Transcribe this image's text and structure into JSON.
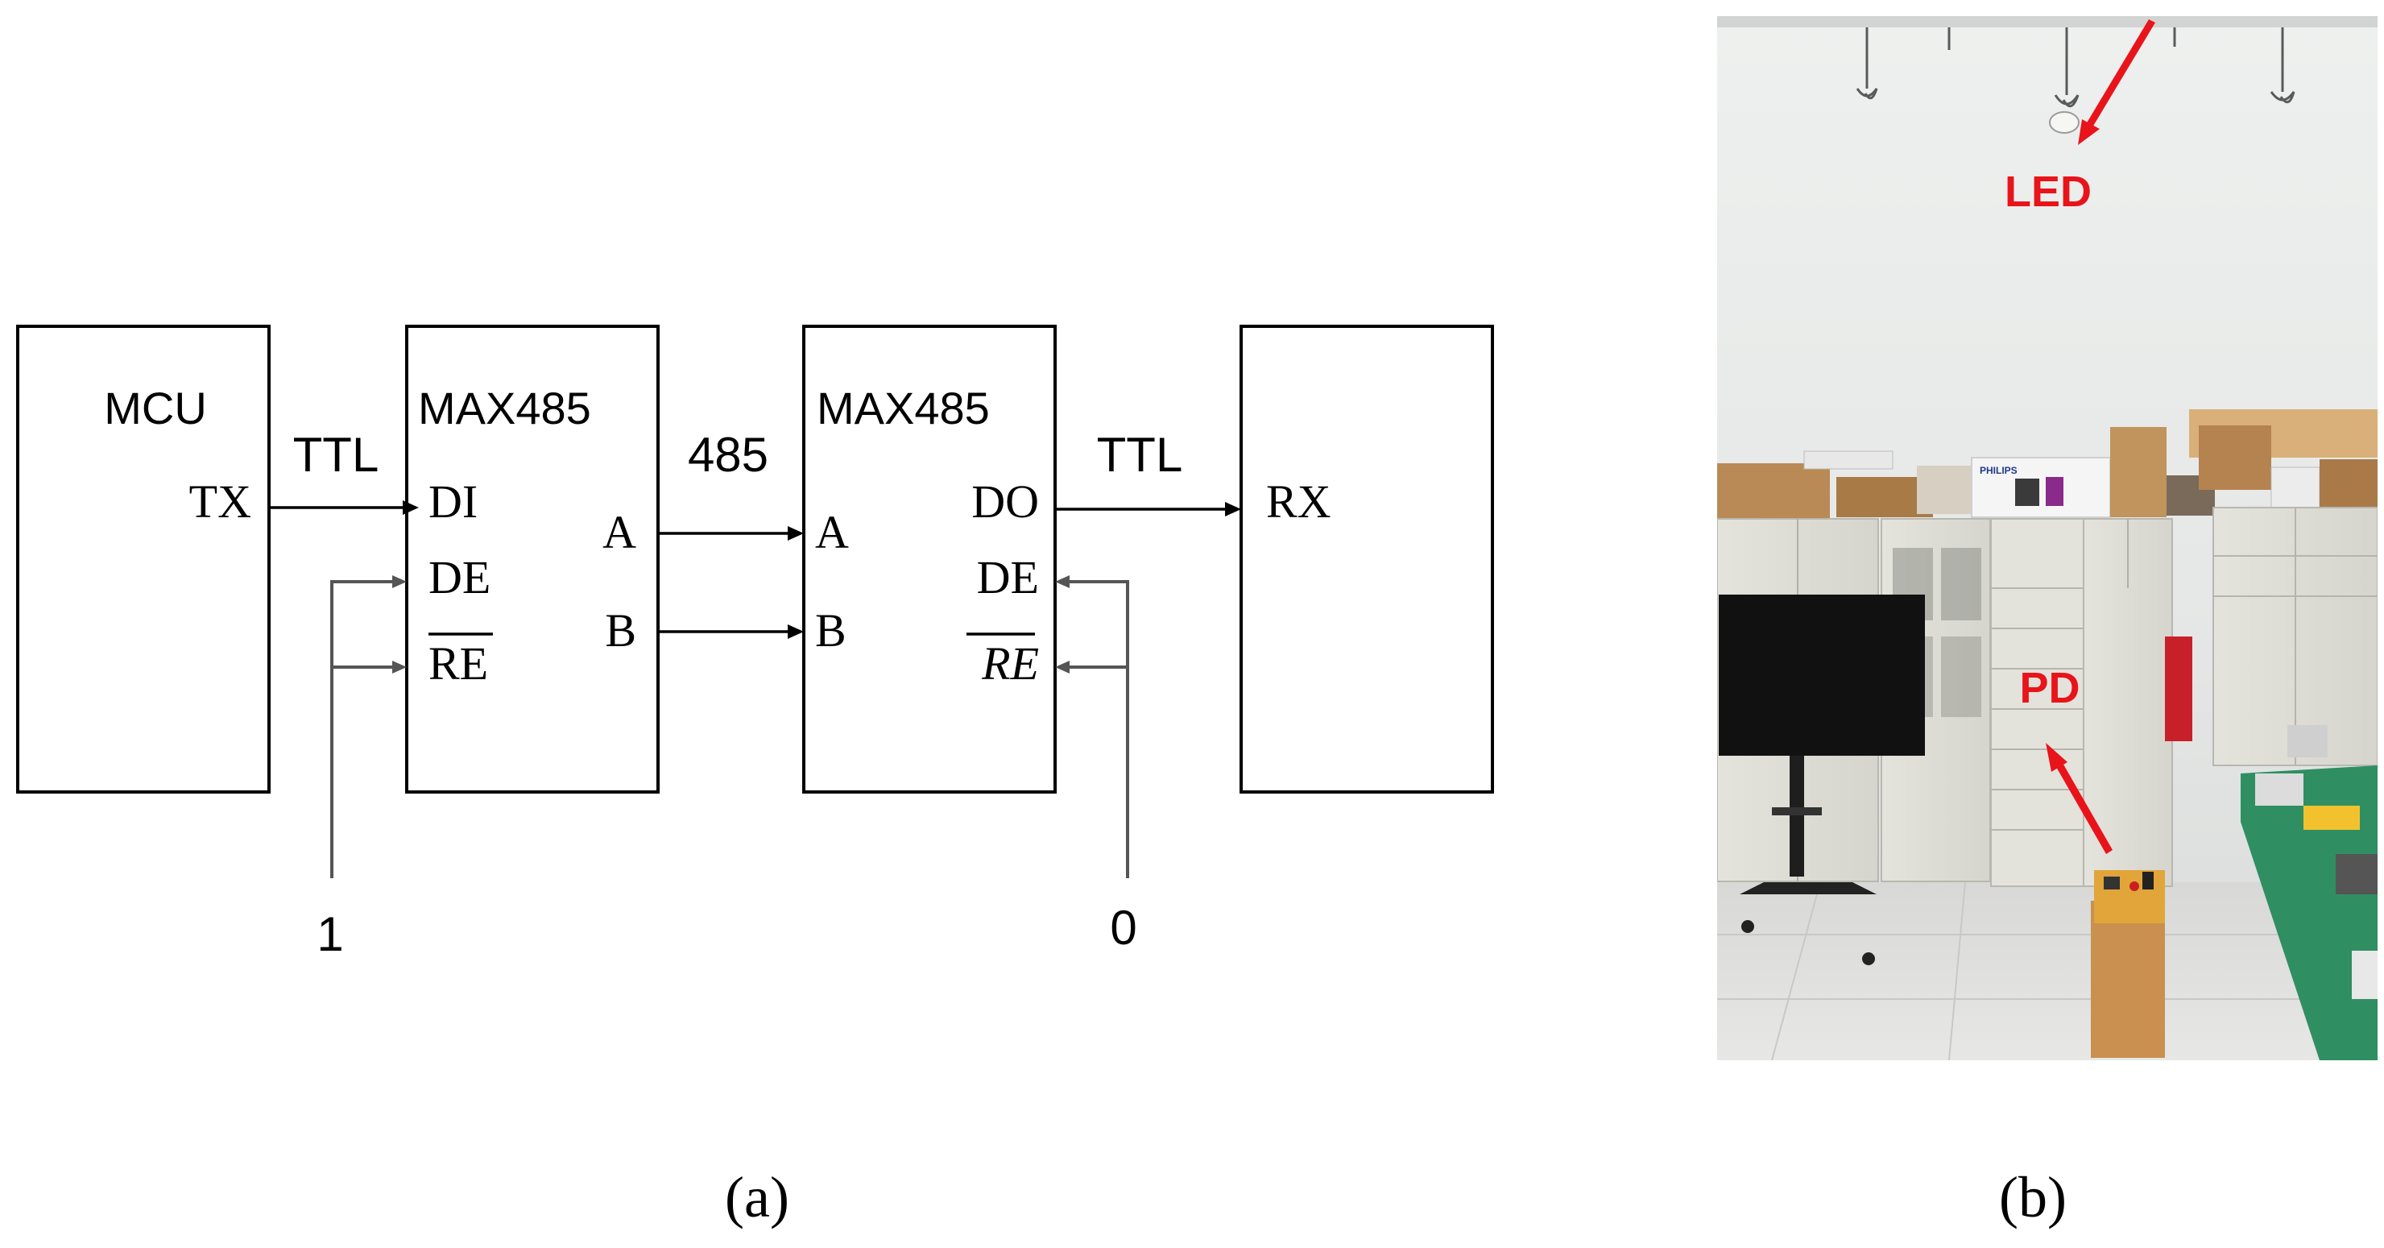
{
  "diagram": {
    "mcu": {
      "title": "MCU",
      "tx": "TX"
    },
    "ttl_left": "TTL",
    "max485_tx": {
      "title": "MAX485",
      "di": "DI",
      "de": "DE",
      "re": "RE",
      "a": "A",
      "b": "B"
    },
    "bus_label": "485",
    "max485_rx": {
      "title": "MAX485",
      "a": "A",
      "b": "B",
      "do": "DO",
      "de": "DE",
      "re": "RE"
    },
    "ttl_right": "TTL",
    "rx_box": {
      "rx": "RX"
    },
    "level_tx": "1",
    "level_rx": "0"
  },
  "photo": {
    "led_label": "LED",
    "pd_label": "PD",
    "brand_text": "PHILIPS",
    "annotation_color": "#e8141a"
  },
  "captions": {
    "a": "(a)",
    "b": "(b)"
  }
}
